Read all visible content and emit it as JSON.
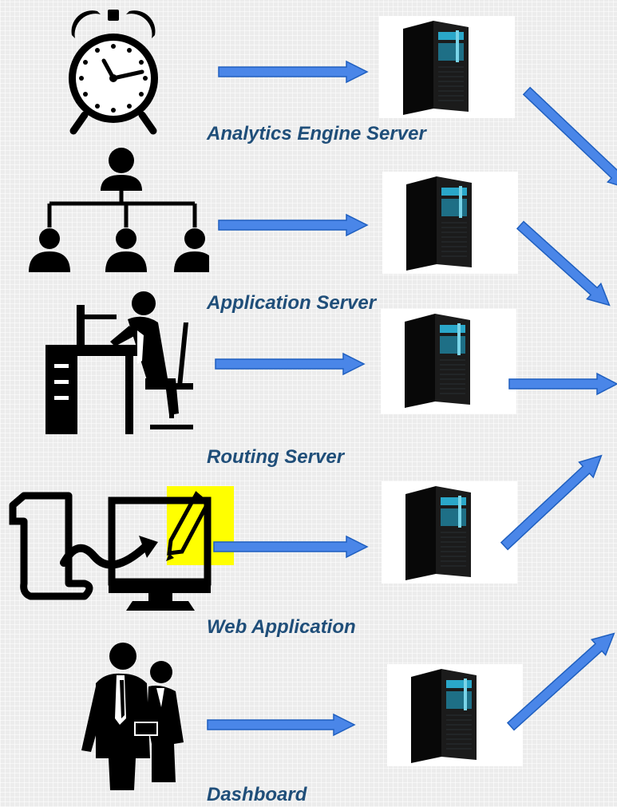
{
  "labels": {
    "analytics": "Analytics Engine Server",
    "application": "Application Server",
    "routing": "Routing Server",
    "web": "Web Application",
    "dashboard": "Dashboard"
  },
  "colors": {
    "arrow_fill": "#4a86e8",
    "arrow_edge": "#1f5fbf",
    "label": "#1f4e79",
    "highlight": "#ffff00",
    "icon": "#000000",
    "server_body": "#1a1a1a",
    "server_lights": "#2aa7c9"
  },
  "icons": [
    "alarm-clock-icon",
    "org-chart-icon",
    "office-worker-icon",
    "document-to-monitor-icon",
    "business-people-icon",
    "server-tower-icon"
  ]
}
